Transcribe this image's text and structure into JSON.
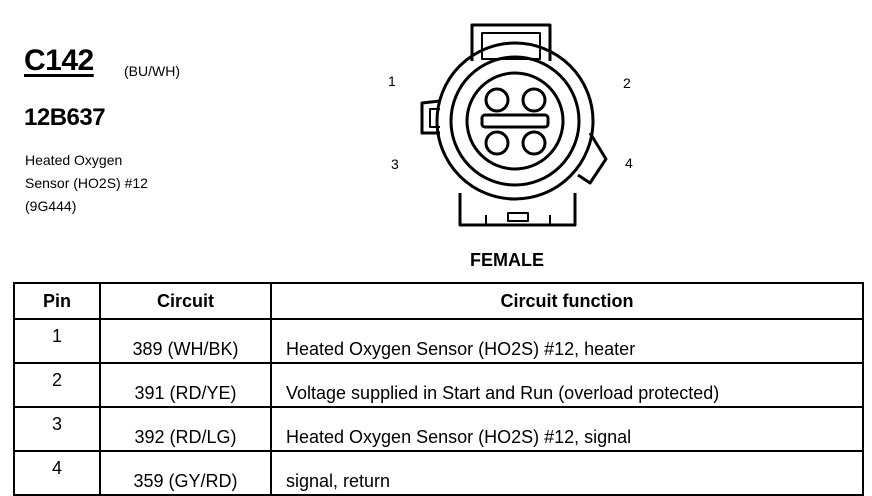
{
  "connector": {
    "id": "C142",
    "color": "(BU/WH)",
    "part_number": "12B637",
    "description_lines": [
      "Heated Oxygen",
      "Sensor (HO2S) #12",
      "(9G444)"
    ],
    "gender": "FEMALE",
    "pin_labels": [
      "1",
      "2",
      "3",
      "4"
    ]
  },
  "table": {
    "headers": [
      "Pin",
      "Circuit",
      "Circuit function"
    ],
    "rows": [
      {
        "pin": "1",
        "circuit": "389 (WH/BK)",
        "function": "Heated Oxygen Sensor (HO2S) #12, heater"
      },
      {
        "pin": "2",
        "circuit": "391 (RD/YE)",
        "function": "Voltage supplied in Start and Run (overload protected)"
      },
      {
        "pin": "3",
        "circuit": "392 (RD/LG)",
        "function": "Heated Oxygen Sensor (HO2S) #12, signal"
      },
      {
        "pin": "4",
        "circuit": "359 (GY/RD)",
        "function": "signal, return"
      }
    ]
  }
}
